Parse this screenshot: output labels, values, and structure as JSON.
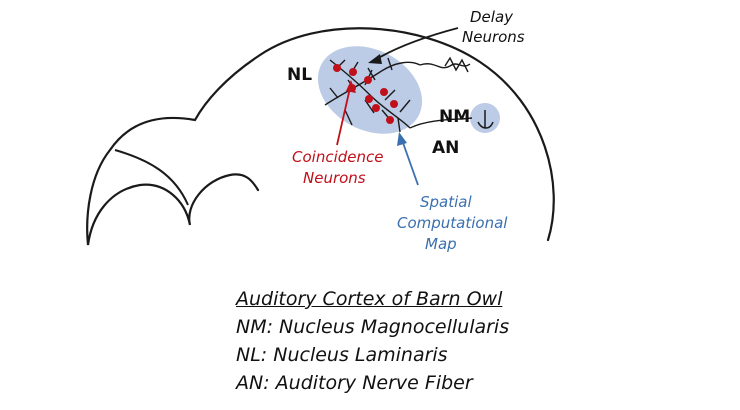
{
  "labels": {
    "nl": "NL",
    "nm": "NM",
    "an": "AN",
    "delay_line1": "Delay",
    "delay_line2": "Neurons",
    "coincidence_line1": "Coincidence",
    "coincidence_line2": "Neurons",
    "spatial_line1": "Spatial",
    "spatial_line2": "Computational",
    "spatial_line3": "Map"
  },
  "caption": {
    "title": "Auditory Cortex of Barn Owl",
    "lines": [
      "NM: Nucleus Magnocellularis",
      "NL: Nucleus Laminaris",
      "AN: Auditory Nerve Fiber"
    ]
  },
  "colors": {
    "outline": "#1a1a1a",
    "region_fill": "#bccbe6",
    "neuron_red": "#c0101a",
    "coincidence_text": "#c0101a",
    "spatial_text": "#3a6fb0"
  }
}
